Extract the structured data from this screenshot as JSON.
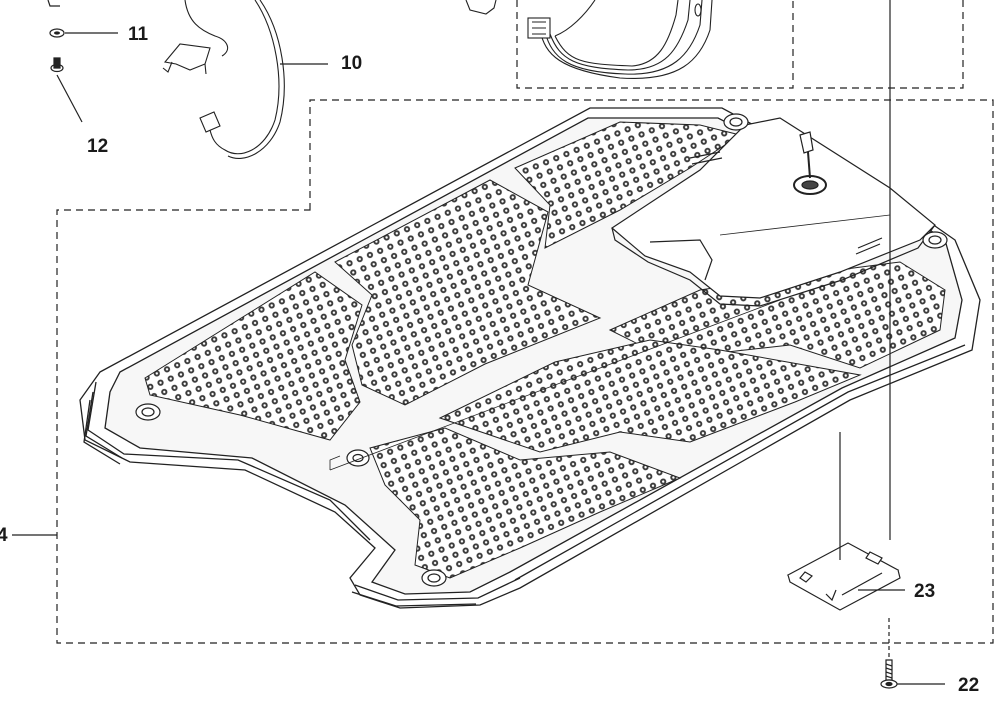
{
  "callouts": {
    "c4": "4",
    "c10": "10",
    "c11": "11",
    "c12": "12",
    "c22": "22",
    "c23": "23"
  },
  "colors": {
    "line": "#222222",
    "mesh": "#3a3a3a",
    "paper": "#ffffff"
  }
}
